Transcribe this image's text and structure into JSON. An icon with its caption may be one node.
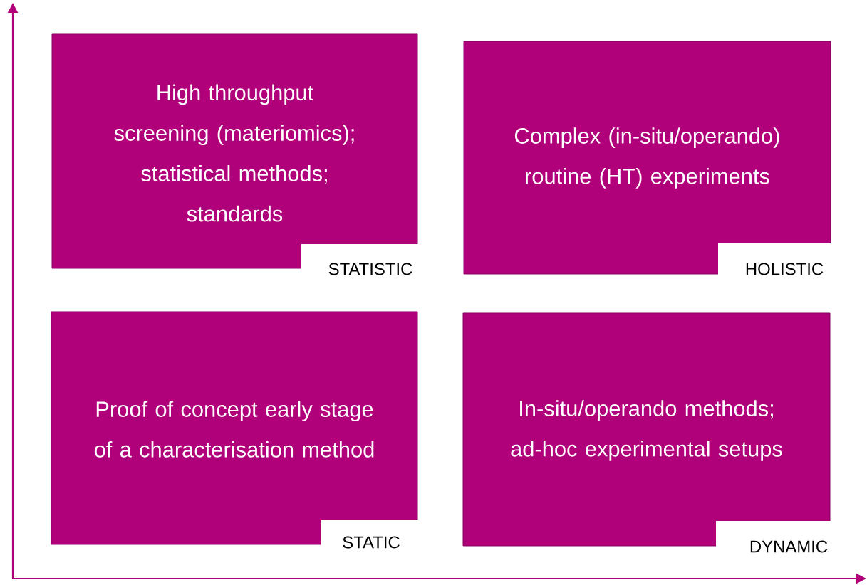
{
  "diagram": {
    "nodes": [
      {
        "text": [
          "High throughput screening (materiomics); statistical methods; standards",
          "STATISTIC"
        ]
      },
      {
        "text": [
          "Complex (in-situ/operando) routine (HT) experiments",
          "HOLISTIC"
        ]
      },
      {
        "text": [
          "Proof of concept early stage of a characterisation method",
          "STATIC"
        ]
      },
      {
        "text": [
          "In-situ/operando methods; ad-hoc experimental setups",
          "DYNAMIC"
        ]
      }
    ]
  }
}
